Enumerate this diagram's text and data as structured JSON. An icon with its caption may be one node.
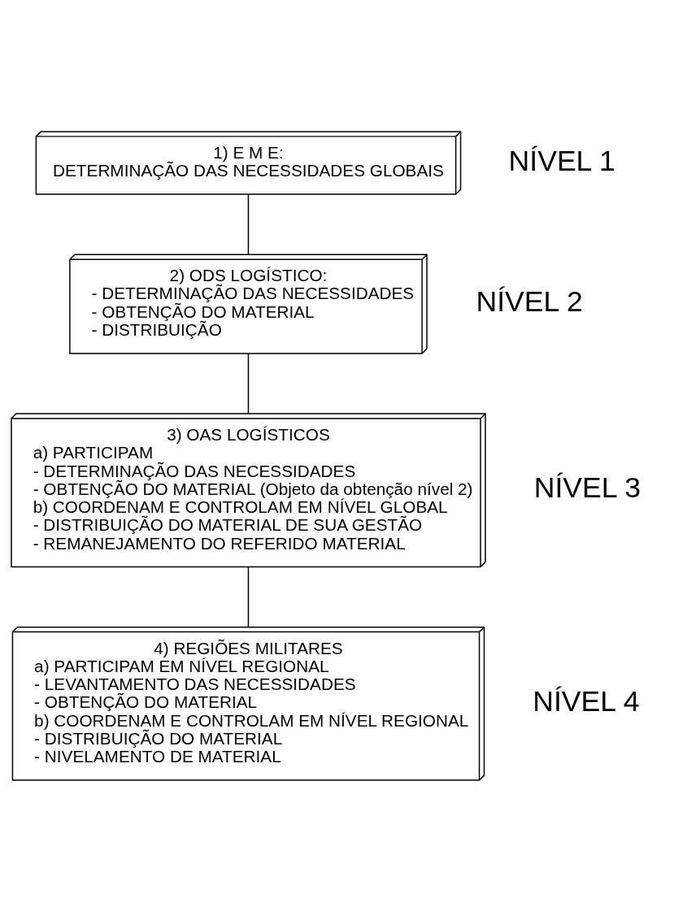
{
  "diagram": {
    "nodes": [
      {
        "text": [
          "1) E M E:",
          "DETERMINAÇÃO DAS NECESSIDADES GLOBAIS"
        ],
        "beside": [
          "NÍVEL 1"
        ]
      },
      {
        "text": [
          "2) ODS LOGÍSTICO:",
          "- DETERMINAÇÃO DAS NECESSIDADES",
          "- OBTENÇÃO DO MATERIAL",
          "- DISTRIBUIÇÃO"
        ],
        "beside": [
          "NÍVEL 2"
        ]
      },
      {
        "text": [
          "3) OAS LOGÍSTICOS",
          "a) PARTICIPAM",
          "- DETERMINAÇÃO DAS NECESSIDADES",
          "- OBTENÇÃO DO MATERIAL (Objeto da obtenção nível 2)",
          "b) COORDENAM E CONTROLAM EM NÍVEL GLOBAL",
          "- DISTRIBUIÇÃO DO MATERIAL DE SUA GESTÃO",
          "- REMANEJAMENTO DO REFERIDO MATERIAL"
        ],
        "beside": [
          "NÍVEL 3"
        ]
      },
      {
        "text": [
          "4) REGIÕES MILITARES",
          "a) PARTICIPAM EM NÍVEL REGIONAL",
          "- LEVANTAMENTO DAS NECESSIDADES",
          "- OBTENÇÃO DO MATERIAL",
          "b) COORDENAM E CONTROLAM EM NÍVEL REGIONAL",
          "- DISTRIBUIÇÃO DO MATERIAL",
          "- NIVELAMENTO DE MATERIAL"
        ],
        "beside": [
          "NÍVEL 4"
        ]
      }
    ],
    "edges": [
      {
        "from": 0,
        "to": 1,
        "arrow": "none"
      },
      {
        "from": 1,
        "to": 2,
        "arrow": "none"
      },
      {
        "from": 2,
        "to": 3,
        "arrow": "none"
      }
    ]
  }
}
